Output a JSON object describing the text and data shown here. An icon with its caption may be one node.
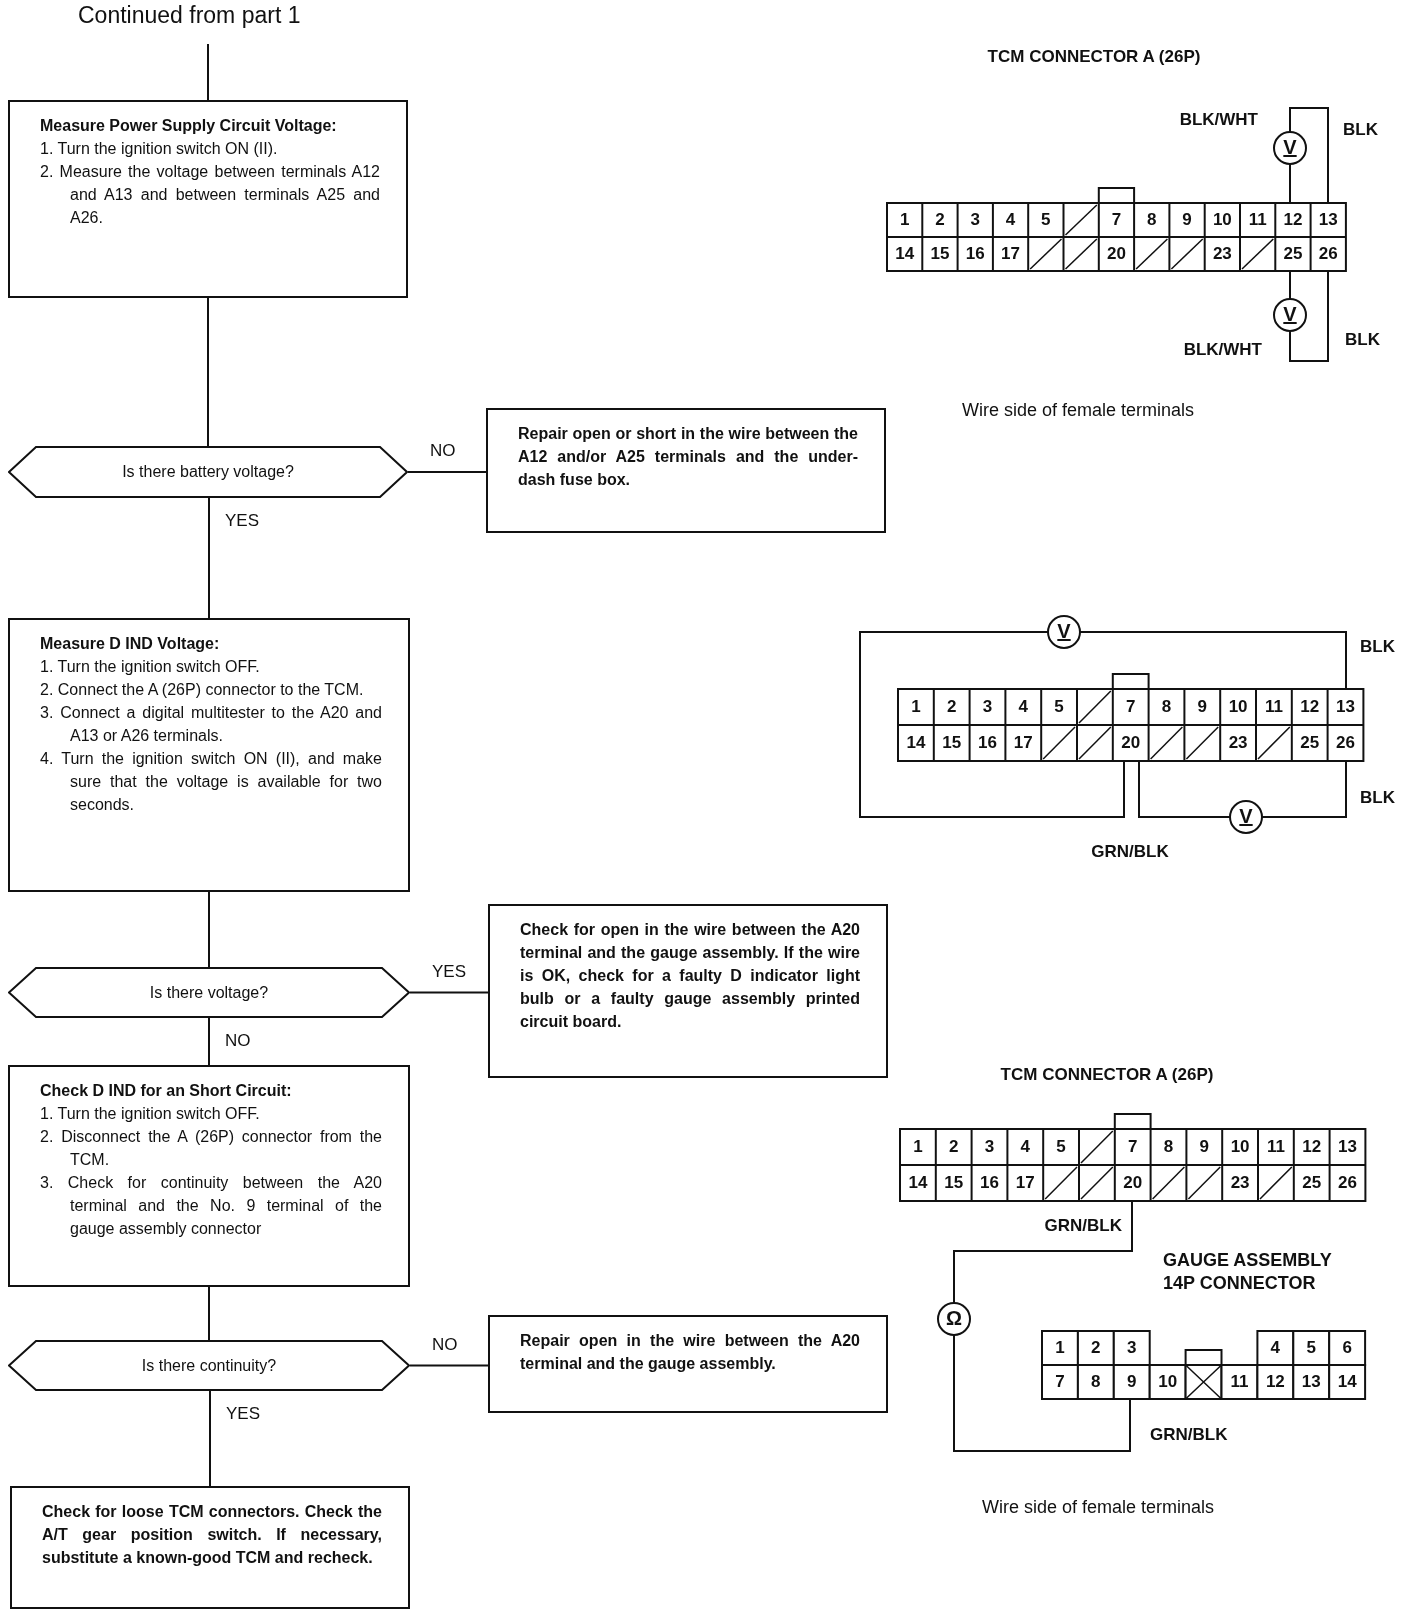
{
  "diagram": {
    "nodes": [
      {
        "text": [
          "Continued from part 1"
        ]
      },
      {
        "text": [
          "Measure Power Supply Circuit Voltage:",
          "1. Turn the ignition switch ON (II).",
          "2. Measure the voltage between terminals A12 and A13 and between terminals A25 and A26."
        ]
      },
      {
        "text": [
          "Is there battery voltage?"
        ]
      },
      {
        "text": [
          "Repair open or short in the wire between the A12 and/or A25 terminals and the under-dash fuse box."
        ]
      },
      {
        "text": [
          "Measure D IND Voltage:",
          "1. Turn the ignition switch OFF.",
          "2. Connect the A (26P) connector to the TCM.",
          "3. Connect a digital multitester to the A20 and A13 or A26 terminals.",
          "4. Turn the ignition switch ON (II), and make sure that the voltage is available for two seconds."
        ]
      },
      {
        "text": [
          "Is there voltage?"
        ]
      },
      {
        "text": [
          "Check for open in the wire between the A20 terminal and the gauge assembly. If the wire is OK, check for a faulty D indicator light bulb or a faulty gauge assembly printed circuit board."
        ]
      },
      {
        "text": [
          "Check D IND for an Short Circuit:",
          "1. Turn the ignition switch OFF.",
          "2. Disconnect the A (26P) connector from the TCM.",
          "3. Check for continuity between the A20 terminal and the No. 9 terminal of the gauge assembly connector"
        ]
      },
      {
        "text": [
          "Is there continuity?"
        ]
      },
      {
        "text": [
          "Repair open in the wire between the A20 terminal and the gauge assembly."
        ]
      },
      {
        "text": [
          "Check for loose TCM connectors. Check the A/T gear position switch. If necessary, substitute a known-good TCM and recheck."
        ]
      }
    ],
    "edges": [
      {
        "from": 0,
        "to": 1,
        "arrow": "none"
      },
      {
        "from": 1,
        "to": 2,
        "arrow": "none"
      },
      {
        "from": 2,
        "to": 3,
        "label": "NO",
        "arrow": "none"
      },
      {
        "from": 2,
        "to": 4,
        "label": "YES",
        "arrow": "none"
      },
      {
        "from": 4,
        "to": 5,
        "arrow": "none"
      },
      {
        "from": 5,
        "to": 6,
        "label": "YES",
        "arrow": "none"
      },
      {
        "from": 5,
        "to": 7,
        "label": "NO",
        "arrow": "none"
      },
      {
        "from": 7,
        "to": 8,
        "arrow": "none"
      },
      {
        "from": 8,
        "to": 9,
        "label": "NO",
        "arrow": "none"
      },
      {
        "from": 8,
        "to": 10,
        "label": "YES",
        "arrow": "none"
      }
    ],
    "labels": [
      "TCM CONNECTOR A (26P)",
      "BLK/WHT",
      "V",
      "BLK",
      "1",
      "2",
      "3",
      "4",
      "5",
      "7",
      "8",
      "9",
      "10",
      "11",
      "12",
      "13",
      "14",
      "15",
      "16",
      "17",
      "20",
      "23",
      "25",
      "26",
      "V",
      "BLK/WHT",
      "BLK",
      "Wire side of female terminals",
      "V",
      "BLK",
      "1",
      "2",
      "3",
      "4",
      "5",
      "7",
      "8",
      "9",
      "10",
      "11",
      "12",
      "13",
      "14",
      "15",
      "16",
      "17",
      "20",
      "23",
      "25",
      "26",
      "V",
      "BLK",
      "GRN/BLK",
      "TCM CONNECTOR A (26P)",
      "1",
      "2",
      "3",
      "4",
      "5",
      "7",
      "8",
      "9",
      "10",
      "11",
      "12",
      "13",
      "14",
      "15",
      "16",
      "17",
      "20",
      "23",
      "25",
      "26",
      "GRN/BLK",
      "GAUGE ASSEMBLY 14P CONNECTOR",
      "Ω",
      "1",
      "2",
      "3",
      "4",
      "5",
      "6",
      "7",
      "8",
      "9",
      "10",
      "11",
      "12",
      "13",
      "14",
      "GRN/BLK",
      "Wire side of female terminals"
    ]
  }
}
